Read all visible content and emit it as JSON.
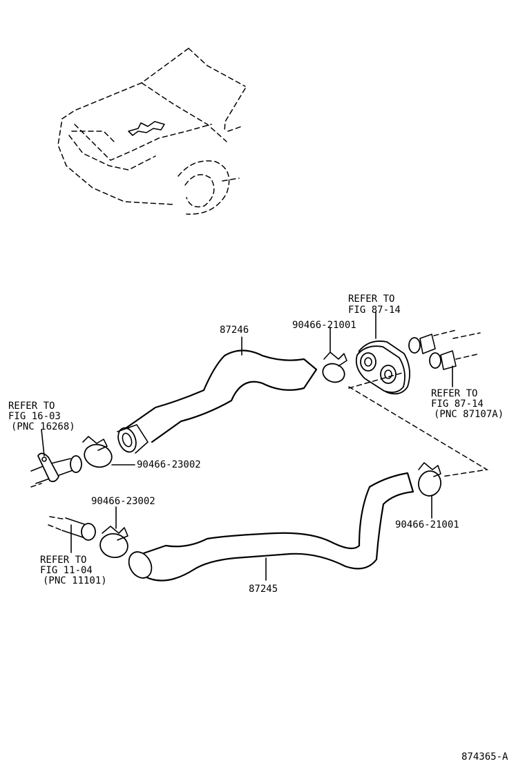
{
  "labels": {
    "part_87246": "87246",
    "part_87245": "87245",
    "clamp_upper_right": "90466-21001",
    "clamp_upper_left": "90466-23002",
    "clamp_lower_left": "90466-23002",
    "clamp_lower_right": "90466-21001",
    "refer_top": [
      "REFER TO",
      "FIG 87-14"
    ],
    "refer_right": [
      "REFER TO",
      "FIG 87-14",
      "(PNC 87107A)"
    ],
    "refer_left": [
      "REFER TO",
      "FIG 16-03",
      "(PNC 16268)"
    ],
    "refer_bottom": [
      "REFER TO",
      "FIG 11-04",
      "(PNC 11101)"
    ],
    "figure_id": "874365-A"
  }
}
